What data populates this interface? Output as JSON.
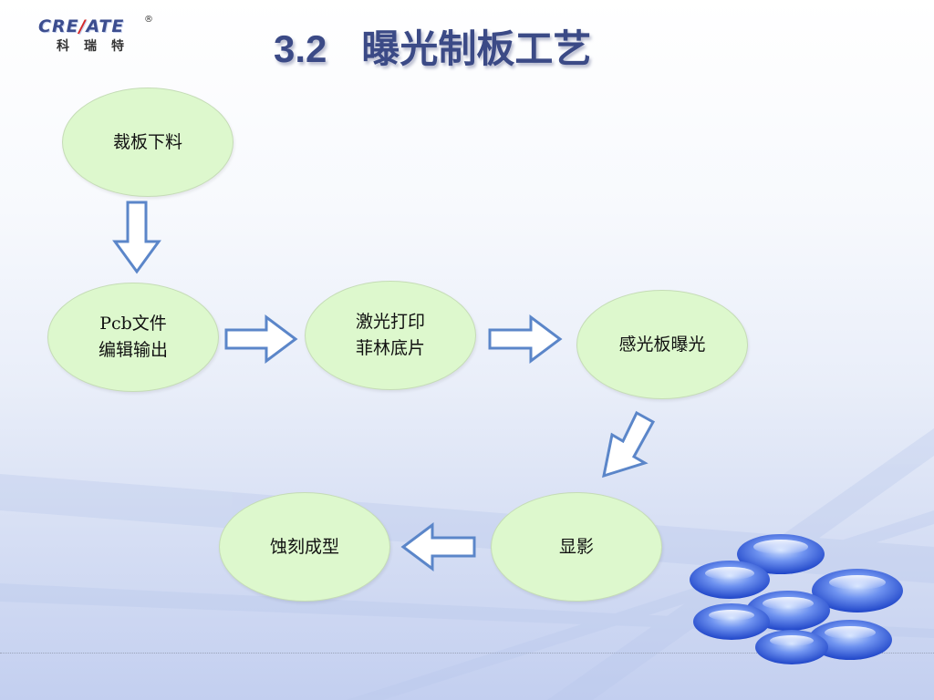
{
  "logo": {
    "word_pre": "CRE",
    "word_mark": "/",
    "word_post": "ATE",
    "registered": "®",
    "cn": "科瑞特"
  },
  "title": {
    "number": "3.2",
    "text": "曝光制板工艺"
  },
  "steps": [
    {
      "id": "cut",
      "label": "裁板下料"
    },
    {
      "id": "pcb",
      "label": "Pcb文件\n编辑输出"
    },
    {
      "id": "laser",
      "label": "激光打印\n菲林底片"
    },
    {
      "id": "expose",
      "label": "感光板曝光"
    },
    {
      "id": "develop",
      "label": "显影"
    },
    {
      "id": "etch",
      "label": "蚀刻成型"
    }
  ],
  "colors": {
    "node_fill": "#ddf8cd",
    "arrow_stroke": "#5b86c9",
    "title": "#3b4a86"
  }
}
